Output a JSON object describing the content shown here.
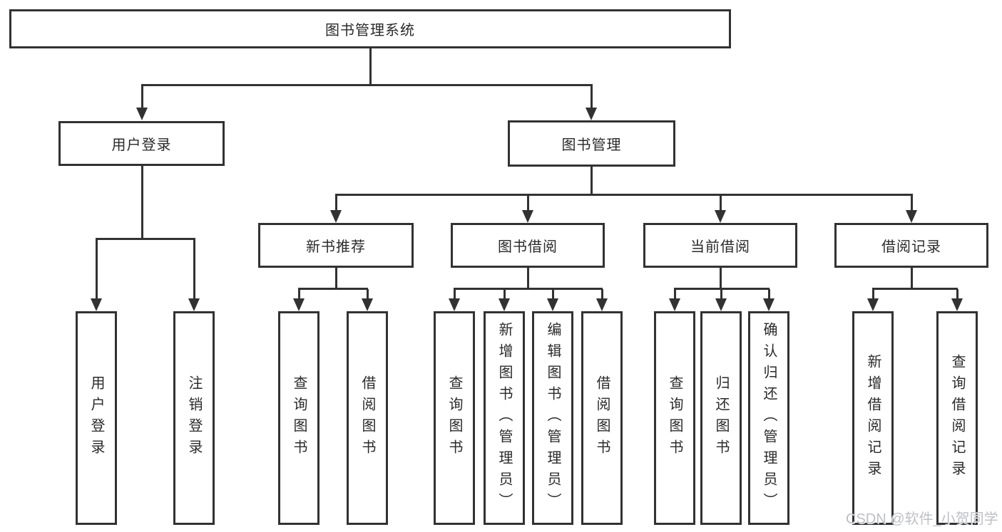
{
  "chart": {
    "root": {
      "label": "图书管理系统"
    },
    "branches": [
      {
        "label": "用户登录",
        "leaves": [
          "用户登录",
          "注销登录"
        ]
      },
      {
        "label": "图书管理",
        "sections": [
          {
            "label": "新书推荐",
            "leaves": [
              "查询图书",
              "借阅图书"
            ]
          },
          {
            "label": "图书借阅",
            "leaves": [
              "查询图书",
              "新增图书（管理员）",
              "编辑图书（管理员）",
              "借阅图书"
            ]
          },
          {
            "label": "当前借阅",
            "leaves": [
              "查询图书",
              "归还图书",
              "确认归还（管理员）"
            ]
          },
          {
            "label": "借阅记录",
            "leaves": [
              "新增借阅记录",
              "查询借阅记录"
            ]
          }
        ]
      }
    ]
  },
  "watermark": {
    "text": "CSDN @软件_小贺同学"
  },
  "colors": {
    "line": "#323232",
    "text": "#2a2a2a",
    "watermark": "#bdbfc4",
    "background": "#ffffff"
  }
}
